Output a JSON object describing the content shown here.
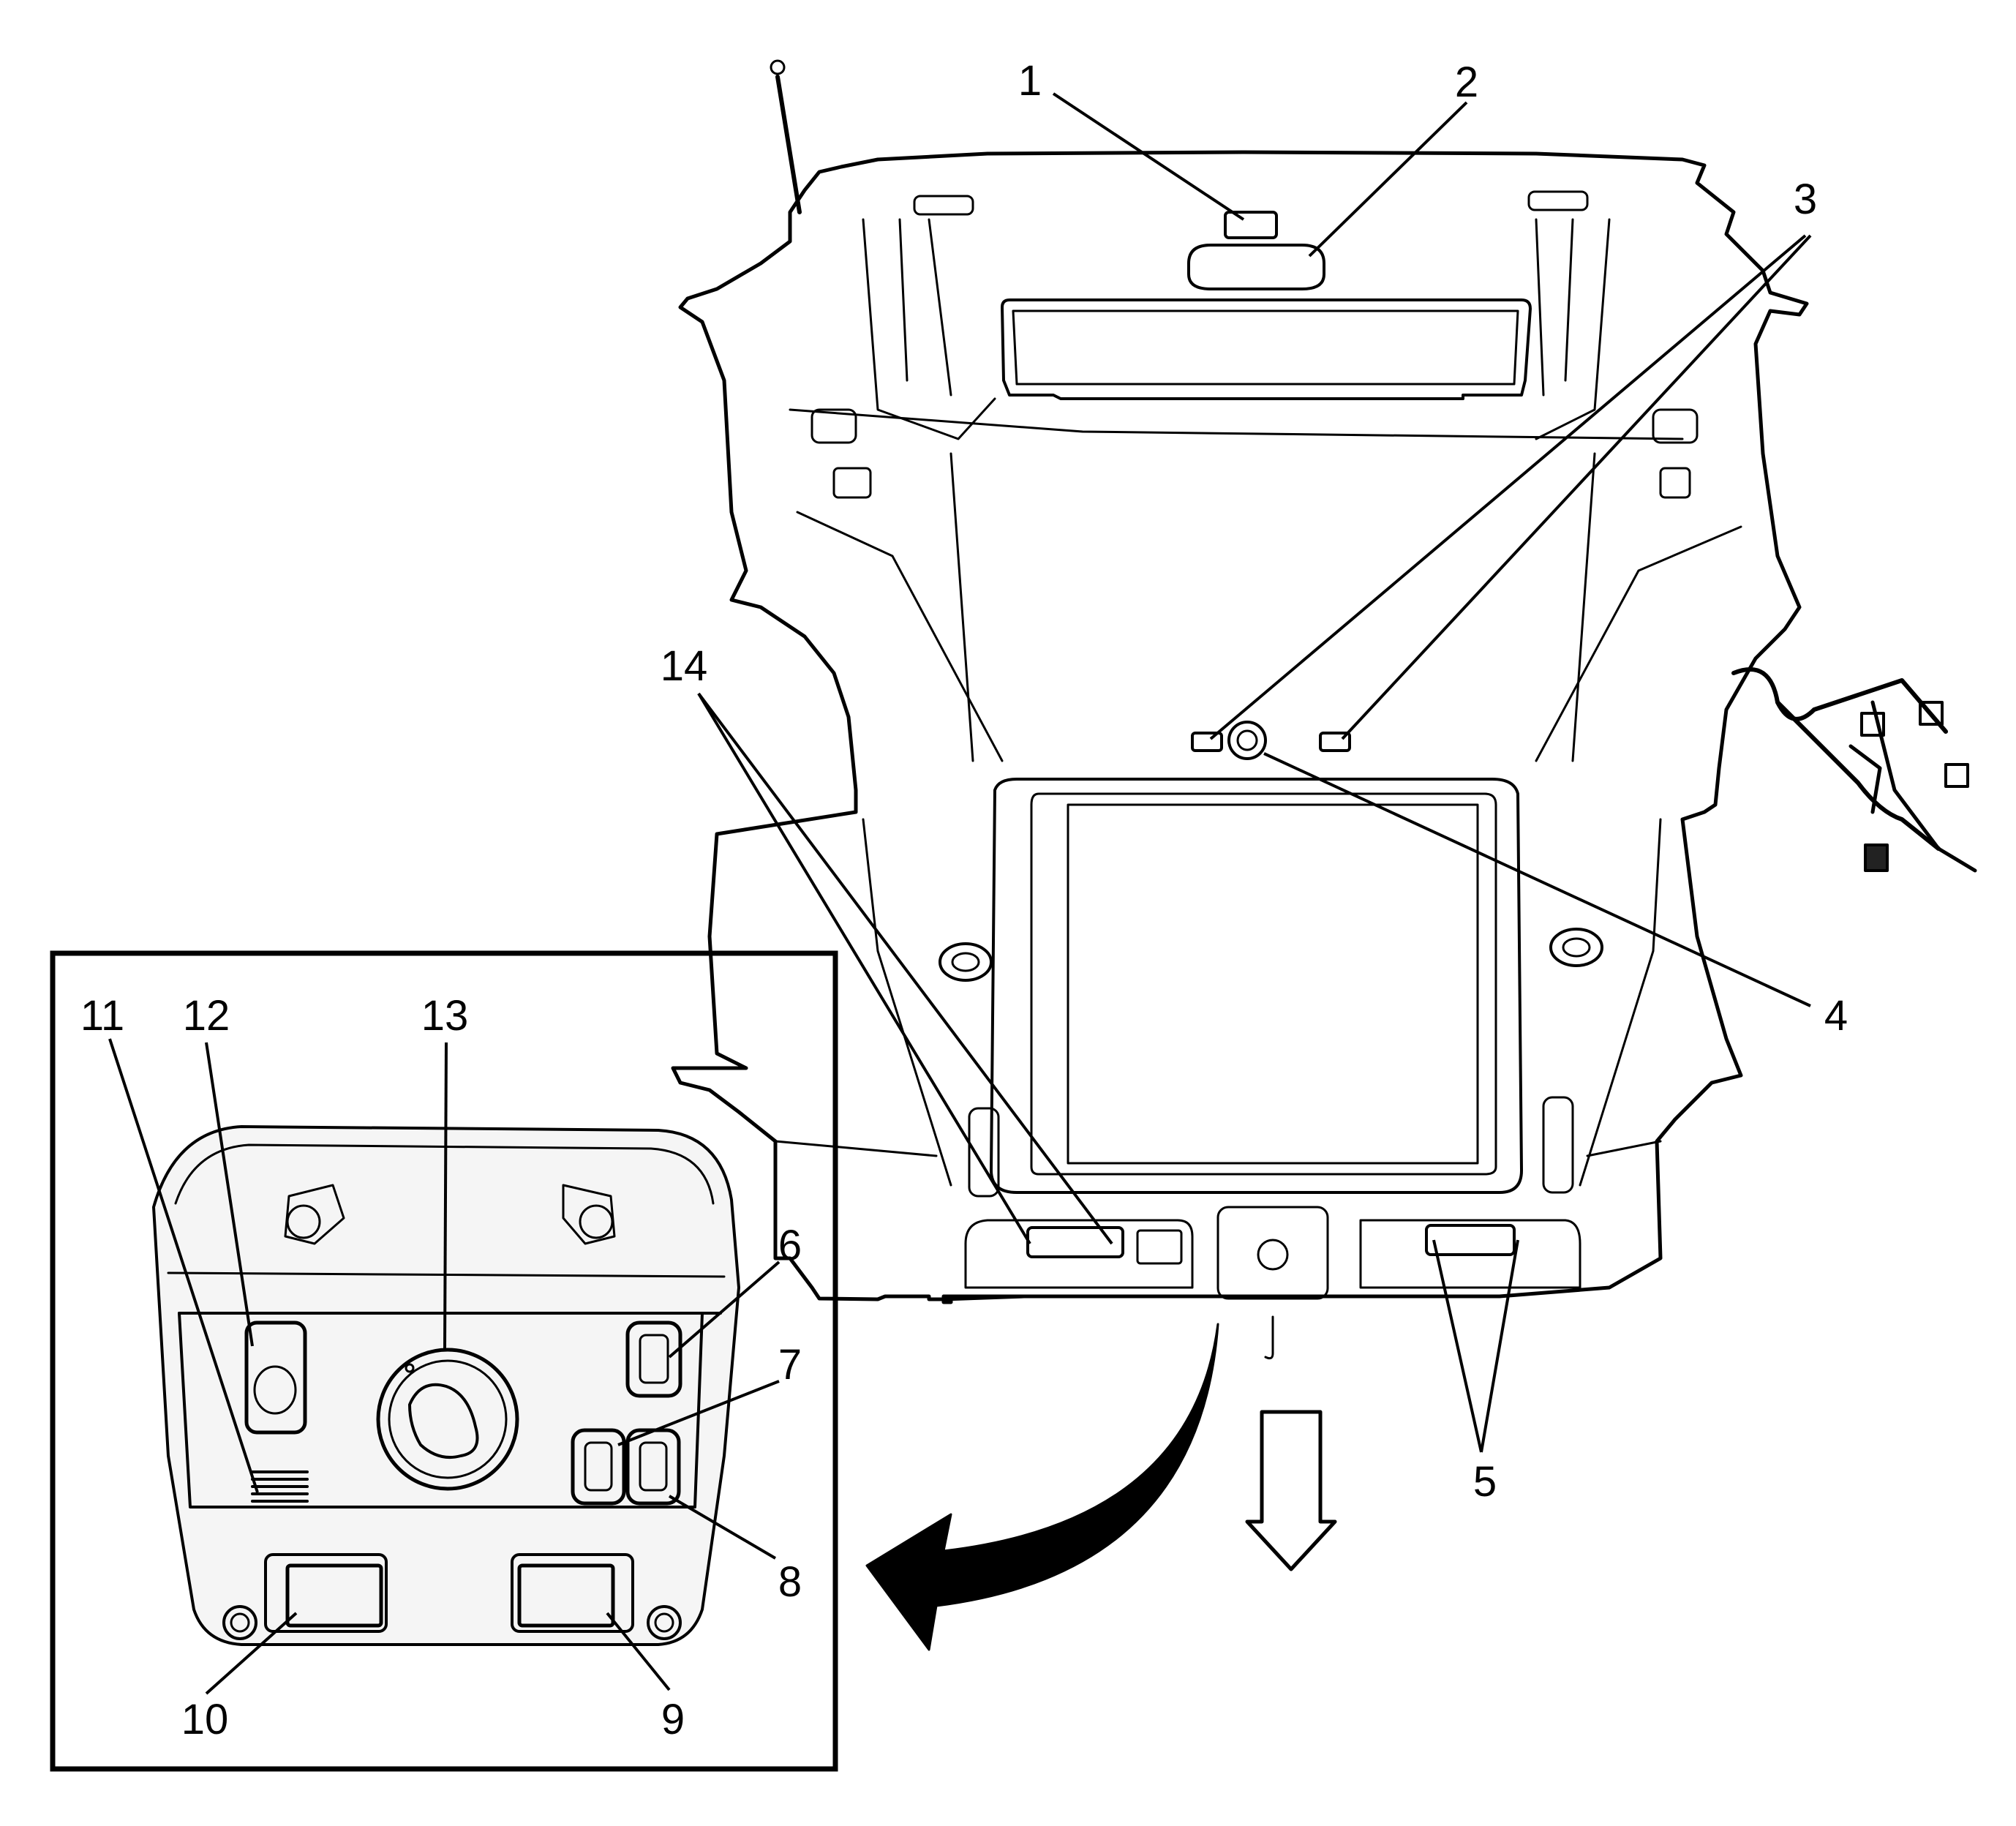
{
  "figure": {
    "type": "exploded-parts-diagram",
    "callouts": [
      {
        "id": "c1",
        "text": "1"
      },
      {
        "id": "c2",
        "text": "2"
      },
      {
        "id": "c3",
        "text": "3"
      },
      {
        "id": "c4",
        "text": "4"
      },
      {
        "id": "c5",
        "text": "5"
      },
      {
        "id": "c6",
        "text": "6"
      },
      {
        "id": "c7",
        "text": "7"
      },
      {
        "id": "c8",
        "text": "8"
      },
      {
        "id": "c9",
        "text": "9"
      },
      {
        "id": "c10",
        "text": "10"
      },
      {
        "id": "c11",
        "text": "11"
      },
      {
        "id": "c12",
        "text": "12"
      },
      {
        "id": "c13",
        "text": "13"
      },
      {
        "id": "c14",
        "text": "14"
      }
    ],
    "colors": {
      "line": "#000000",
      "background": "#ffffff",
      "console_fill": "#f5f5f5"
    }
  }
}
